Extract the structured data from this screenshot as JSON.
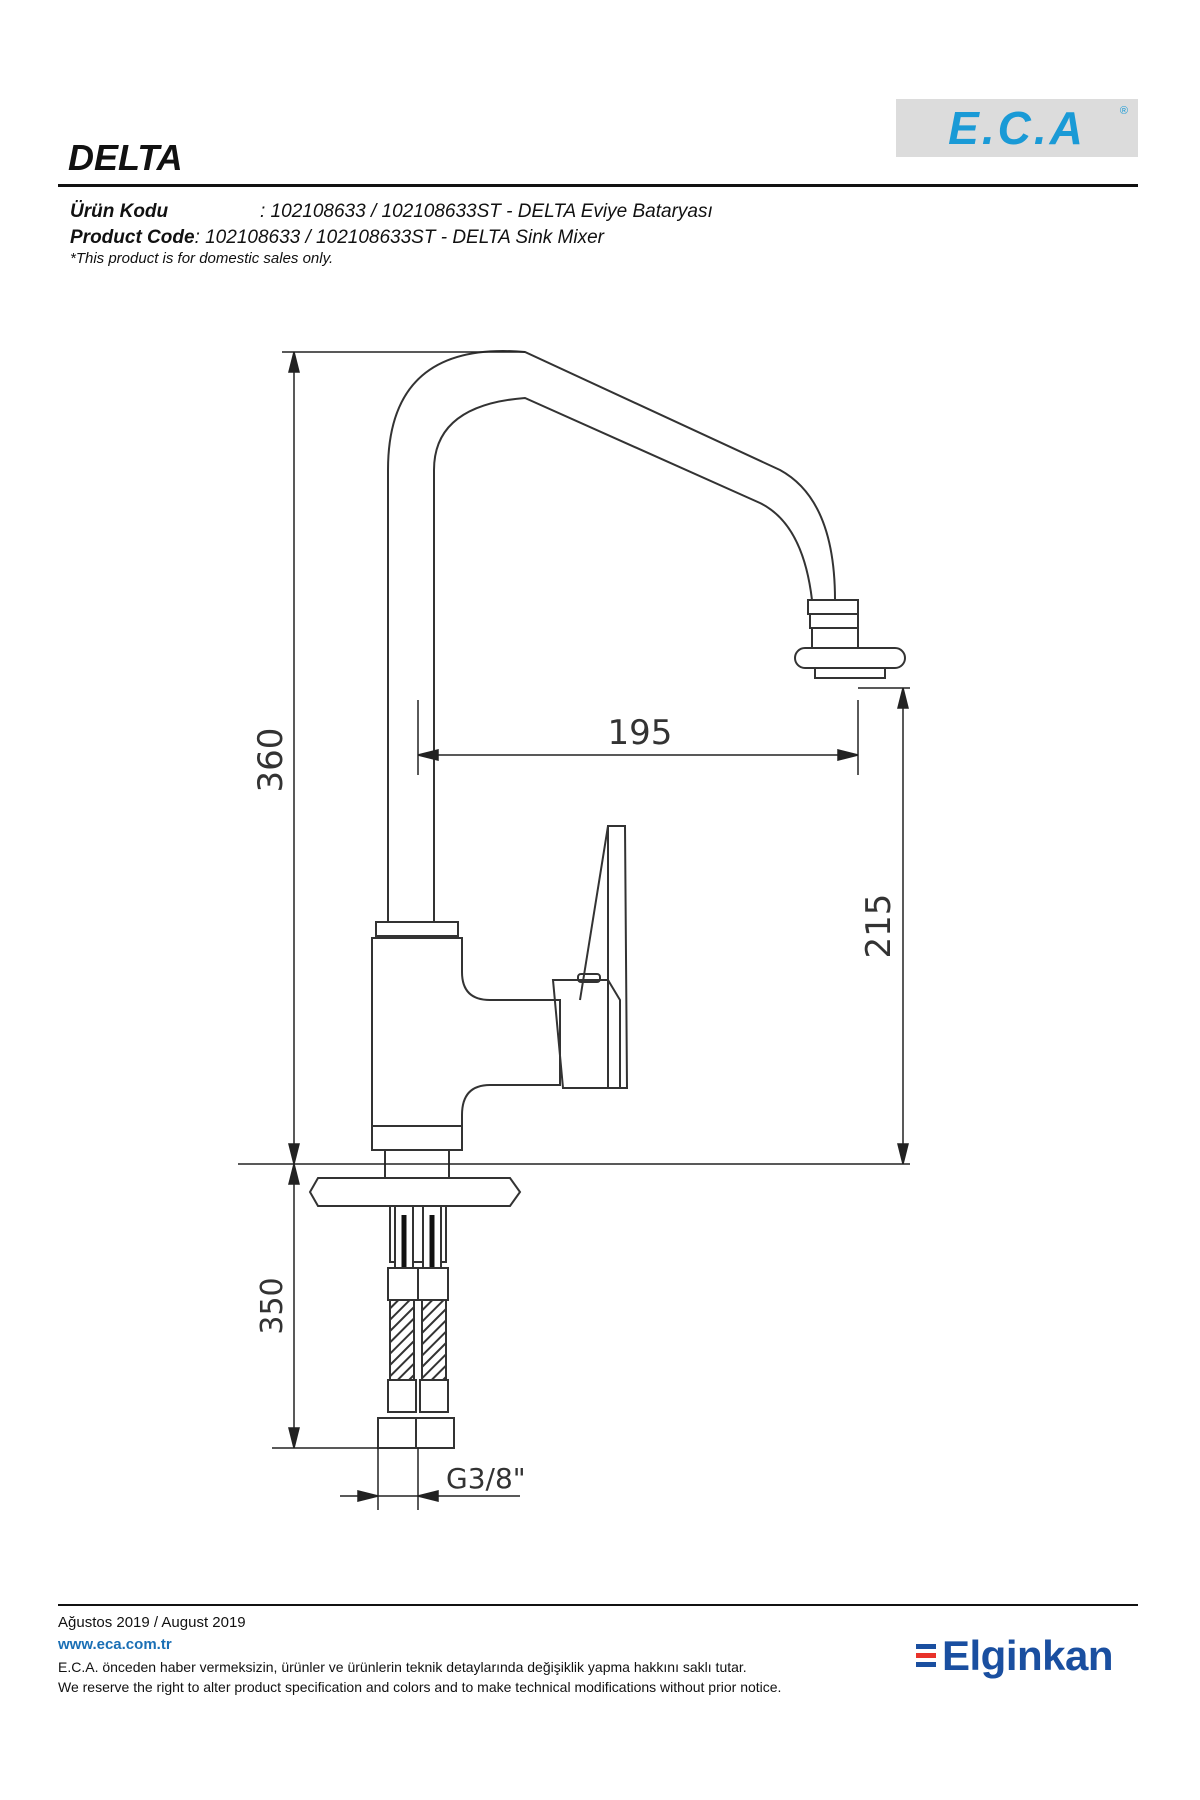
{
  "header": {
    "logo": "E.C.A",
    "logo_mark": "®",
    "title": "DELTA"
  },
  "product": {
    "code_label_tr": "Ürün Kodu",
    "code_value_tr": ": 102108633 / 102108633ST - DELTA Eviye Bataryası",
    "code_label_en": "Product Code",
    "code_value_en": ": 102108633 / 102108633ST - DELTA Sink Mixer",
    "note": "*This product is for domestic sales only."
  },
  "dimensions": {
    "height_total": "360",
    "spout_reach": "195",
    "spout_height": "215",
    "hose_length": "350",
    "connection": "G3/8\""
  },
  "footer": {
    "date": "Ağustos 2019 / August 2019",
    "website": "www.eca.com.tr",
    "disclaimer_tr": "E.C.A. önceden haber vermeksizin, ürünler ve ürünlerin teknik detaylarında değişiklik yapma hakkını saklı tutar.",
    "disclaimer_en": "We reserve the right to alter product specification and colors and to make technical modifications without prior notice.",
    "partner_logo": "Elginkan"
  },
  "colors": {
    "brand_blue": "#1a9ad6",
    "partner_blue": "#1a4fa0",
    "partner_accent": "#e8322a"
  }
}
